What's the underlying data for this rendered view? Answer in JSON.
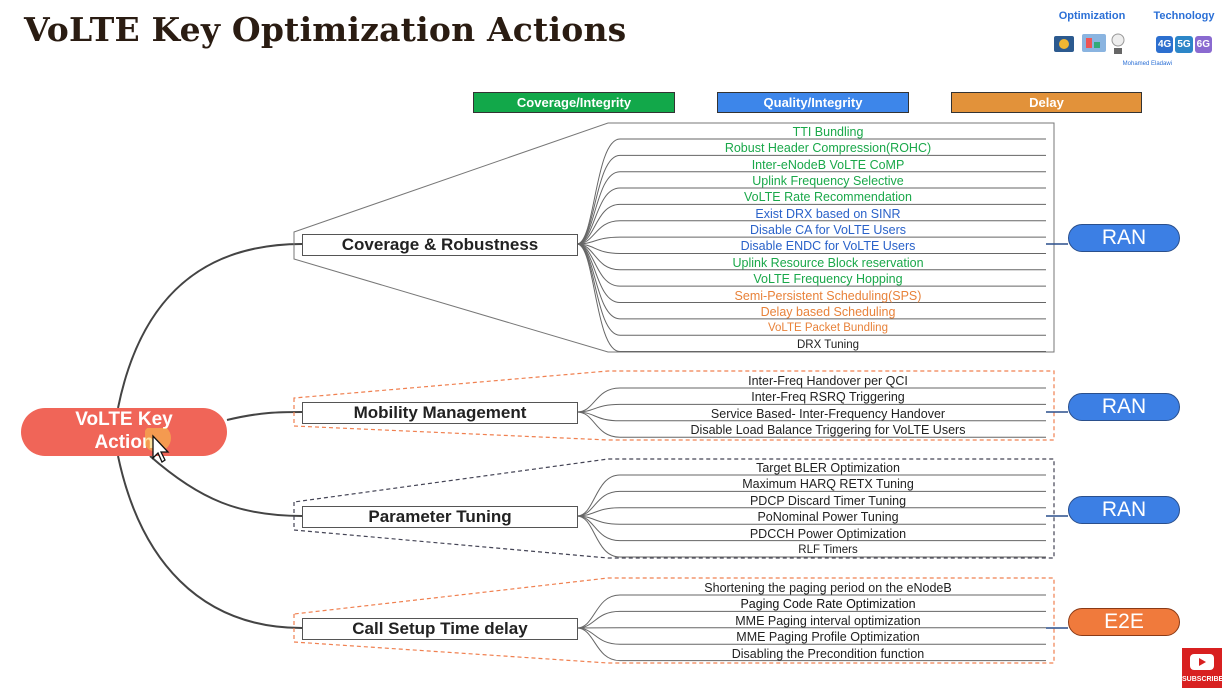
{
  "title": "VoLTE Key Optimization Actions",
  "logo": {
    "optimization": "Optimization",
    "technology": "Technology",
    "author": "Mohamed Eladawi",
    "g4": "4G",
    "g5": "5G",
    "g6": "6G"
  },
  "legend": [
    {
      "label": "Coverage/Integrity",
      "color": "#12a84a"
    },
    {
      "label": "Quality/Integrity",
      "color": "#3d86ea"
    },
    {
      "label": "Delay",
      "color": "#e2923a"
    }
  ],
  "root": {
    "line1": "VoLTE Key",
    "line2": "Action"
  },
  "branches": [
    {
      "label": "Coverage & Robustness",
      "scope": "RAN",
      "items": [
        {
          "text": "TTI Bundling",
          "color": "#1aa84a"
        },
        {
          "text": "Robust Header Compression(ROHC)",
          "color": "#1aa84a"
        },
        {
          "text": "Inter-eNodeB VoLTE CoMP",
          "color": "#1aa84a"
        },
        {
          "text": "Uplink Frequency Selective",
          "color": "#1aa84a"
        },
        {
          "text": "VoLTE Rate Recommendation",
          "color": "#1aa84a"
        },
        {
          "text": "Exist DRX based on SINR",
          "color": "#2a62c9"
        },
        {
          "text": "Disable CA for VoLTE Users",
          "color": "#2a62c9"
        },
        {
          "text": "Disable ENDC for VoLTE Users",
          "color": "#2a62c9"
        },
        {
          "text": "Uplink Resource Block reservation",
          "color": "#1aa84a"
        },
        {
          "text": "VoLTE Frequency Hopping",
          "color": "#1aa84a"
        },
        {
          "text": "Semi-Persistent Scheduling(SPS)",
          "color": "#e8823a"
        },
        {
          "text": "Delay based Scheduling",
          "color": "#e8823a"
        },
        {
          "text": "VoLTE Packet Bundling",
          "color": "#e8823a"
        },
        {
          "text": "DRX Tuning",
          "color": "#222222"
        }
      ]
    },
    {
      "label": "Mobility Management",
      "scope": "RAN",
      "items": [
        {
          "text": "Inter-Freq Handover per QCI",
          "color": "#222222"
        },
        {
          "text": "Inter-Freq RSRQ Triggering",
          "color": "#222222"
        },
        {
          "text": "Service Based- Inter-Frequency Handover",
          "color": "#222222"
        },
        {
          "text": "Disable Load Balance Triggering for VoLTE Users",
          "color": "#222222"
        }
      ]
    },
    {
      "label": "Parameter Tuning",
      "scope": "RAN",
      "items": [
        {
          "text": "Target BLER Optimization",
          "color": "#222222"
        },
        {
          "text": "Maximum HARQ RETX Tuning",
          "color": "#222222"
        },
        {
          "text": "PDCP Discard Timer Tuning",
          "color": "#222222"
        },
        {
          "text": "PoNominal Power Tuning",
          "color": "#222222"
        },
        {
          "text": "PDCCH Power Optimization",
          "color": "#222222"
        },
        {
          "text": "RLF Timers",
          "color": "#222222"
        }
      ]
    },
    {
      "label": "Call Setup Time delay",
      "scope": "E2E",
      "items": [
        {
          "text": "Shortening the paging period on the eNodeB",
          "color": "#222222"
        },
        {
          "text": "Paging Code Rate Optimization",
          "color": "#111111"
        },
        {
          "text": "MME Paging interval optimization",
          "color": "#222222"
        },
        {
          "text": "MME Paging Profile Optimization",
          "color": "#222222"
        },
        {
          "text": "Disabling the Precondition function",
          "color": "#222222"
        }
      ]
    }
  ],
  "subscribe": "SUBSCRIBE"
}
